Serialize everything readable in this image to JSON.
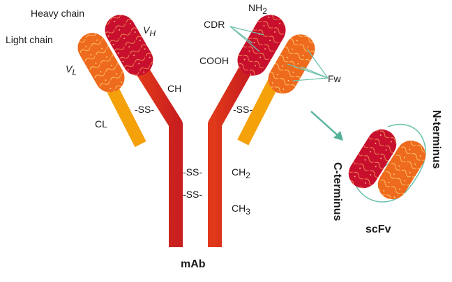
{
  "labels": {
    "heavy_chain": "Heavy chain",
    "light_chain": "Light chain",
    "vh": "V",
    "vh_sub": "H",
    "vl": "V",
    "vl_sub": "L",
    "ch": "CH",
    "cl": "CL",
    "ss": "-SS-",
    "ch2": "CH",
    "ch2_sub": "2",
    "ch3": "CH",
    "ch3_sub": "3",
    "nh2": "NH",
    "nh2_sub": "2",
    "cdr": "CDR",
    "cooh": "COOH",
    "fw": "Fw",
    "mab": "mAb",
    "scfv": "scFv",
    "n_terminus": "N-terminus",
    "c_terminus": "C-terminus"
  },
  "colors": {
    "heavy_red": "#c8102e",
    "light_orange": "#ee6a1c",
    "constant_light": "#f5a10a",
    "stem_red": "#d9301c",
    "arrow_teal": "#55b29a",
    "annot_teal": "#6fc2ae"
  }
}
